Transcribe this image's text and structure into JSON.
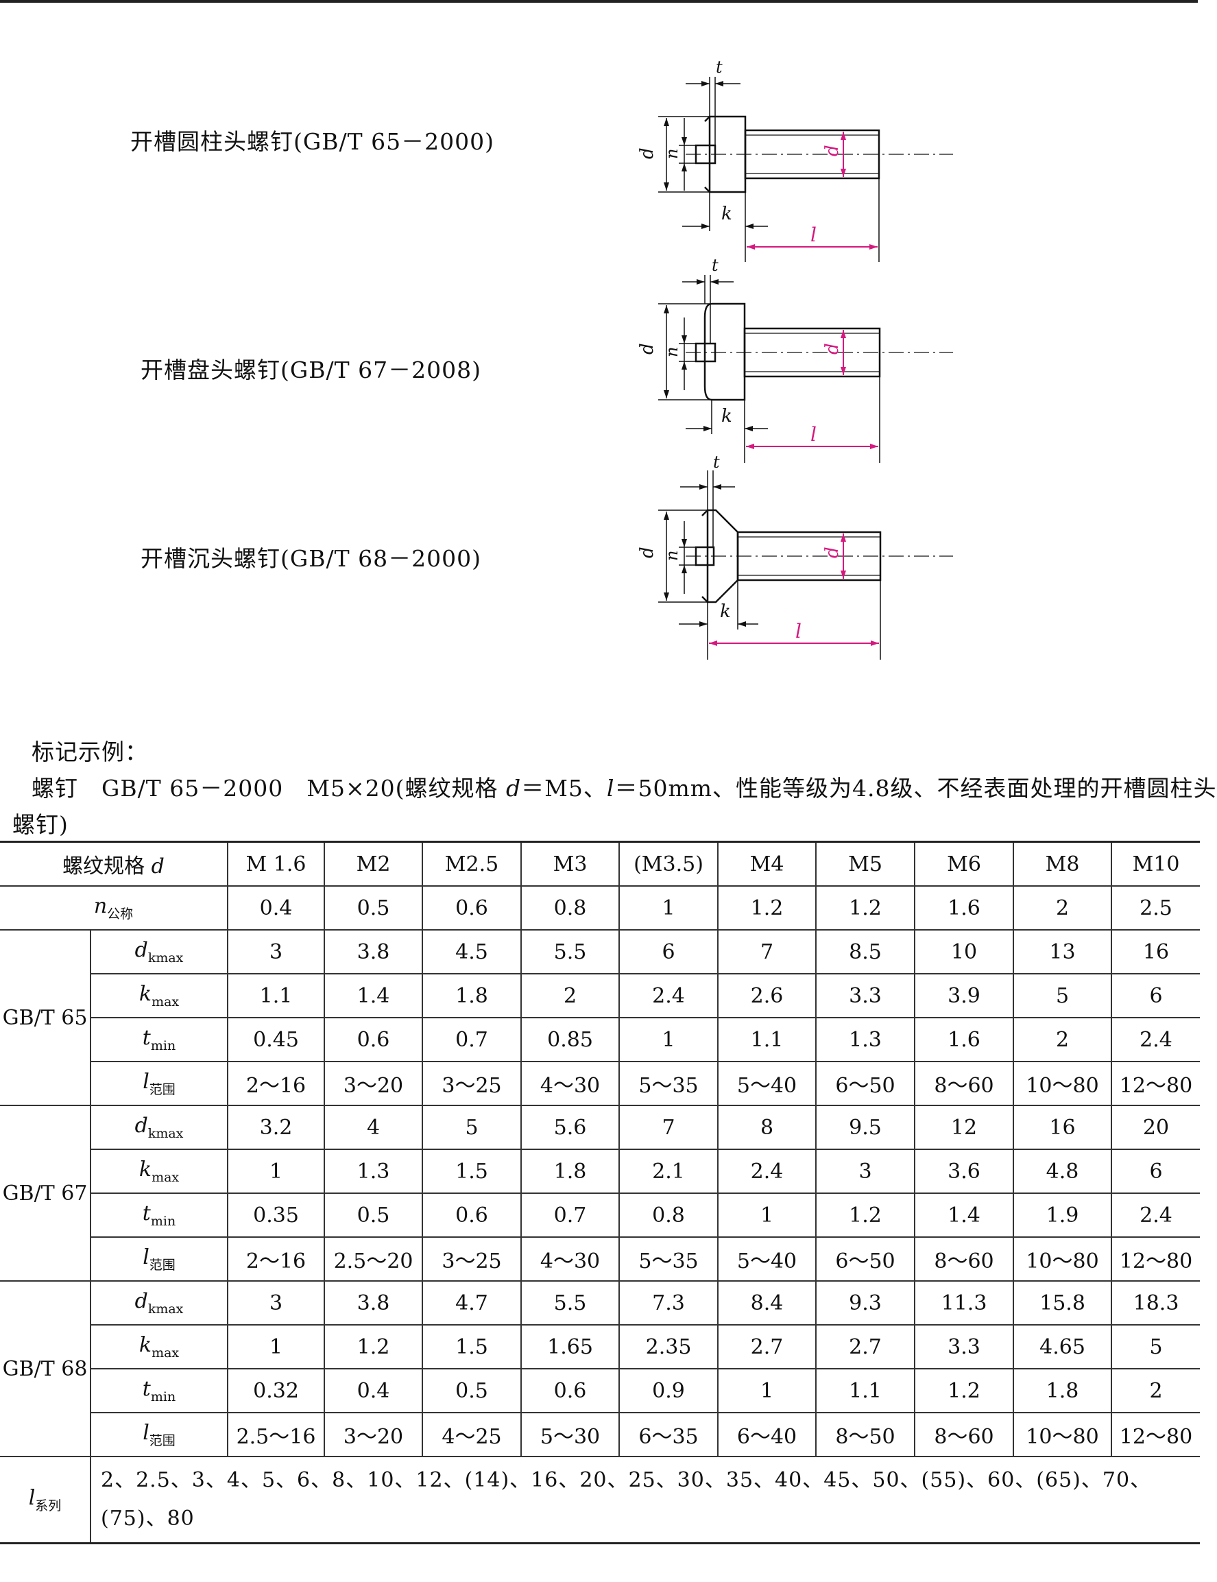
{
  "figures": [
    {
      "label": "开槽圆柱头螺钉(GB/T 65－2000)",
      "type": "cheese-head"
    },
    {
      "label": "开槽盘头螺钉(GB/T 67－2008)",
      "type": "pan-head"
    },
    {
      "label": "开槽沉头螺钉(GB/T 68－2000)",
      "type": "countersunk-head"
    }
  ],
  "dim_letters": {
    "t": "t",
    "n": "n",
    "dk": "d",
    "dk_sub": "k",
    "d": "d",
    "k": "k",
    "l": "l"
  },
  "colors": {
    "dimension_accent": "#d6187f",
    "ink": "#111111"
  },
  "note": {
    "heading": "标记示例：",
    "line1_a": "螺钉　GB/T 65－2000　M5×20(螺纹规格 ",
    "line1_d": "d",
    "line1_b": "＝M5、",
    "line1_l": "l",
    "line1_c": "＝50mm、性能等级为4.8级、不经表面处理的开槽圆柱头",
    "line2": "螺钉)"
  },
  "table": {
    "header_label": "螺纹规格 ",
    "header_label_sym": "d",
    "sizes": [
      "M 1.6",
      "M2",
      "M2.5",
      "M3",
      "(M3.5)",
      "M4",
      "M5",
      "M6",
      "M8",
      "M10"
    ],
    "n_row": {
      "sym": "n",
      "sub": "公称",
      "values": [
        "0.4",
        "0.5",
        "0.6",
        "0.8",
        "1",
        "1.2",
        "1.2",
        "1.6",
        "2",
        "2.5"
      ]
    },
    "groups": [
      {
        "name": "GB/T 65",
        "rows": [
          {
            "sym": "d",
            "sub": "kmax",
            "values": [
              "3",
              "3.8",
              "4.5",
              "5.5",
              "6",
              "7",
              "8.5",
              "10",
              "13",
              "16"
            ]
          },
          {
            "sym": "k",
            "sub": "max",
            "values": [
              "1.1",
              "1.4",
              "1.8",
              "2",
              "2.4",
              "2.6",
              "3.3",
              "3.9",
              "5",
              "6"
            ]
          },
          {
            "sym": "t",
            "sub": "min",
            "values": [
              "0.45",
              "0.6",
              "0.7",
              "0.85",
              "1",
              "1.1",
              "1.3",
              "1.6",
              "2",
              "2.4"
            ]
          },
          {
            "sym": "l",
            "sub": "范围",
            "values": [
              "2～16",
              "3～20",
              "3～25",
              "4～30",
              "5～35",
              "5～40",
              "6～50",
              "8～60",
              "10～80",
              "12～80"
            ]
          }
        ]
      },
      {
        "name": "GB/T 67",
        "rows": [
          {
            "sym": "d",
            "sub": "kmax",
            "values": [
              "3.2",
              "4",
              "5",
              "5.6",
              "7",
              "8",
              "9.5",
              "12",
              "16",
              "20"
            ]
          },
          {
            "sym": "k",
            "sub": "max",
            "values": [
              "1",
              "1.3",
              "1.5",
              "1.8",
              "2.1",
              "2.4",
              "3",
              "3.6",
              "4.8",
              "6"
            ]
          },
          {
            "sym": "t",
            "sub": "min",
            "values": [
              "0.35",
              "0.5",
              "0.6",
              "0.7",
              "0.8",
              "1",
              "1.2",
              "1.4",
              "1.9",
              "2.4"
            ]
          },
          {
            "sym": "l",
            "sub": "范围",
            "values": [
              "2～16",
              "2.5～20",
              "3～25",
              "4～30",
              "5～35",
              "5～40",
              "6～50",
              "8～60",
              "10～80",
              "12～80"
            ]
          }
        ]
      },
      {
        "name": "GB/T 68",
        "rows": [
          {
            "sym": "d",
            "sub": "kmax",
            "values": [
              "3",
              "3.8",
              "4.7",
              "5.5",
              "7.3",
              "8.4",
              "9.3",
              "11.3",
              "15.8",
              "18.3"
            ]
          },
          {
            "sym": "k",
            "sub": "max",
            "values": [
              "1",
              "1.2",
              "1.5",
              "1.65",
              "2.35",
              "2.7",
              "2.7",
              "3.3",
              "4.65",
              "5"
            ]
          },
          {
            "sym": "t",
            "sub": "min",
            "values": [
              "0.32",
              "0.4",
              "0.5",
              "0.6",
              "0.9",
              "1",
              "1.1",
              "1.2",
              "1.8",
              "2"
            ]
          },
          {
            "sym": "l",
            "sub": "范围",
            "values": [
              "2.5～16",
              "3～20",
              "4～25",
              "5～30",
              "6～35",
              "6～40",
              "8～50",
              "8～60",
              "10～80",
              "12～80"
            ]
          }
        ]
      }
    ],
    "series": {
      "sym": "l",
      "sub": "系列",
      "text": "2、2.5、3、4、5、6、8、10、12、(14)、16、20、25、30、35、40、45、50、(55)、60、(65)、70、(75)、80"
    }
  }
}
